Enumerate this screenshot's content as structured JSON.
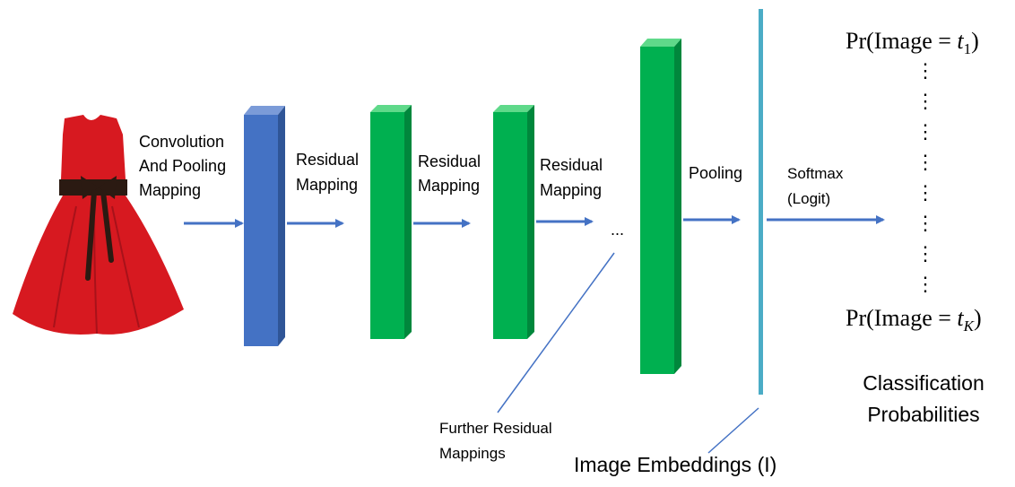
{
  "labels": {
    "conv_line1": "Convolution",
    "conv_line2": "And Pooling",
    "conv_line3": "Mapping",
    "residual": "Residual",
    "mapping": "Mapping",
    "ellipsis": "...",
    "pooling": "Pooling",
    "softmax_line1": "Softmax",
    "softmax_line2": "(Logit)",
    "further_line1": "Further Residual",
    "further_line2": "Mappings",
    "embeddings": "Image Embeddings (I)",
    "classification_line1": "Classification",
    "classification_line2": "Probabilities",
    "prob_first": {
      "prefix": "Pr(Image = ",
      "var": "t",
      "sub": "1",
      "suffix": ")"
    },
    "prob_last": {
      "prefix": "Pr(Image = ",
      "var": "t",
      "sub": "K",
      "suffix": ")"
    },
    "vdots": "⋮"
  },
  "colors": {
    "conv_block": "#4472C4",
    "residual_block": "#00B050",
    "arrow": "#4472C4",
    "embedding_line": "#4BACC6",
    "dress": "#D71920",
    "dress_belt": "#2B1A12"
  }
}
